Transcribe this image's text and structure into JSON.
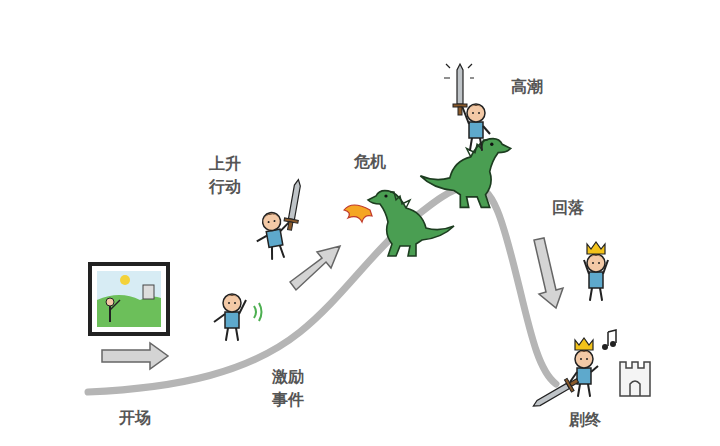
{
  "diagram": {
    "labels": [
      "开场",
      "激励 事件",
      "上升 行动",
      "危机",
      "高潮",
      "回落",
      "剧终"
    ]
  }
}
